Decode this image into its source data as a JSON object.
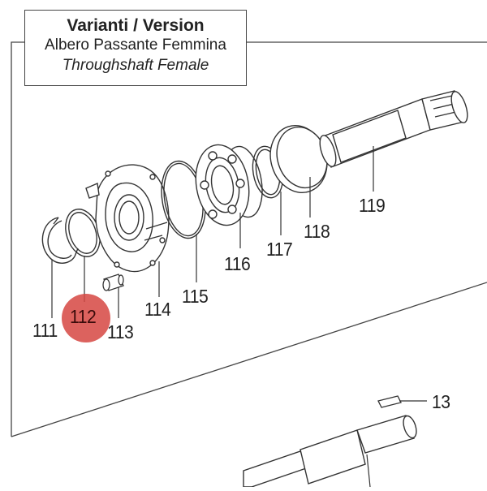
{
  "title": {
    "line1": "Varianti / Version",
    "line2": "Albero Passante Femmina",
    "line3": "Throughshaft Female"
  },
  "callouts": {
    "c111": "111",
    "c112": "112",
    "c113": "113",
    "c114": "114",
    "c115": "115",
    "c116": "116",
    "c117": "117",
    "c118": "118",
    "c119": "119",
    "c13": "13"
  },
  "highlight": {
    "part": "112",
    "color": "#d64642"
  }
}
